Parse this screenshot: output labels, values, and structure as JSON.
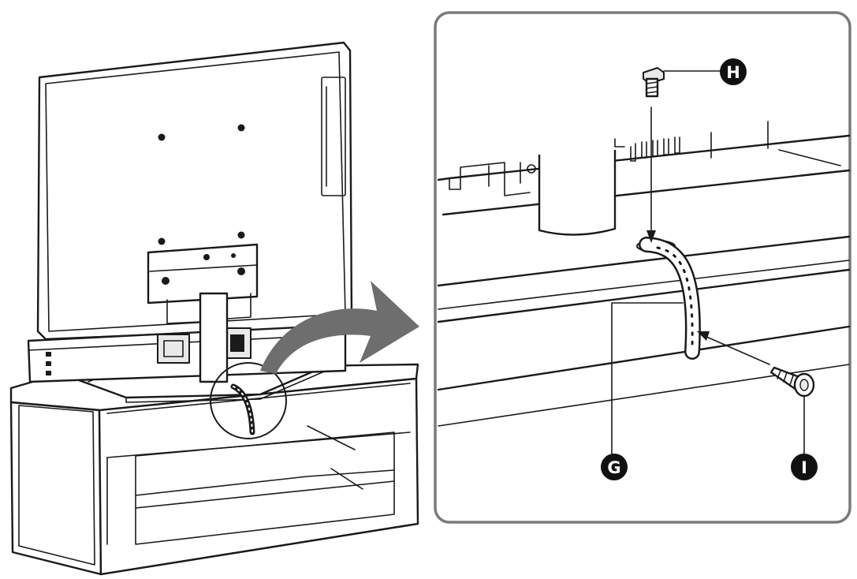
{
  "callouts": {
    "g": "G",
    "h": "H",
    "i": "I"
  },
  "colors": {
    "line": "#1a1a1a",
    "arrow": "#6e6e6e",
    "panel_border": "#7a7a7a",
    "background": "#ffffff"
  },
  "icons": {
    "screw": "screw-icon",
    "wood-screw": "wood-screw-icon",
    "strap": "securing-belt-icon"
  }
}
